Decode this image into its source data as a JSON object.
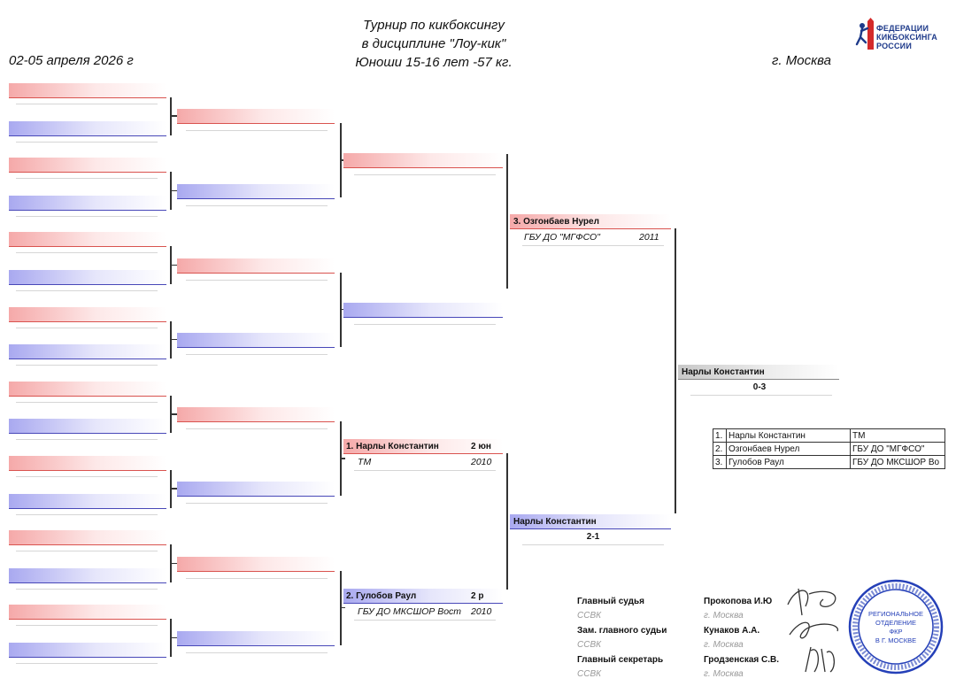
{
  "header": {
    "title_lines": [
      "Турнир по кикбоксингу",
      "в дисциплине \"Лоу-кик\"",
      "Юноши 15-16 лет -57 кг."
    ],
    "dates": "02-05 апреля 2026 г",
    "city": "г. Москва",
    "logo_lines": [
      "ФЕДЕРАЦИИ",
      "КИКБОКСИНГА",
      "РОССИИ"
    ]
  },
  "bracket": {
    "semi_top": {
      "name": "3. Озгонбаев Нурел",
      "club": "ГБУ ДО \"МГФСО\"",
      "year": "2011"
    },
    "qf_a": {
      "name": "1. Нарлы Константин",
      "rank": "2 юн",
      "club": "ТМ",
      "year": "2010"
    },
    "qf_b": {
      "name": "2. Гулобов Раул",
      "rank": "2 р",
      "club": "ГБУ ДО МКСШОР Вост",
      "year": "2010"
    },
    "semi_bottom": {
      "name": "Нарлы Константин",
      "score": "2-1"
    },
    "final": {
      "name": "Нарлы Константин",
      "score": "0-3"
    }
  },
  "results": [
    {
      "place": "1.",
      "name": "Нарлы Константин",
      "club": "ТМ"
    },
    {
      "place": "2.",
      "name": "Озгонбаев Нурел",
      "club": "ГБУ ДО \"МГФСО\""
    },
    {
      "place": "3.",
      "name": "Гулобов Раул",
      "club": "ГБУ ДО МКСШОР Во"
    }
  ],
  "officials": [
    {
      "role": "Главный судья",
      "category": "ССВК",
      "name": "Прокопова И.Ю",
      "city": "г. Москва"
    },
    {
      "role": "Зам. главного судьи",
      "category": "ССВК",
      "name": "Кунаков А.А.",
      "city": "г. Москва"
    },
    {
      "role": "Главный секретарь",
      "category": "ССВК",
      "name": "Гродзенская С.В.",
      "city": "г. Москва"
    }
  ],
  "stamp": {
    "lines": [
      "РЕГИОНАЛЬНОЕ",
      "ОТДЕЛЕНИЕ",
      "ФКР",
      "В Г. МОСКВЕ"
    ]
  },
  "colors": {
    "red_corner": "#d9534f",
    "blue_corner": "#4848b8",
    "stamp": "#2540b8"
  }
}
